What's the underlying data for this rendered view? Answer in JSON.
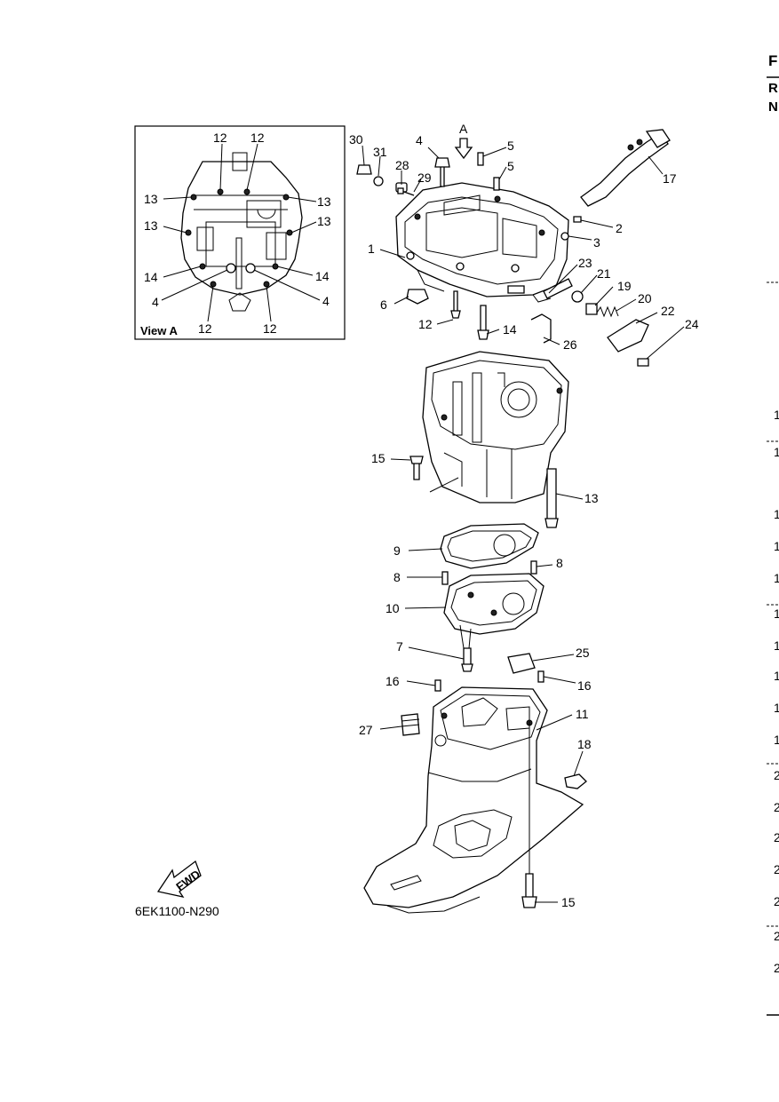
{
  "view_box": {
    "label": "View A"
  },
  "view_callouts": [
    "12",
    "12",
    "13",
    "13",
    "13",
    "13",
    "14",
    "14",
    "4",
    "4",
    "12",
    "12"
  ],
  "main_callouts": [
    "30",
    "31",
    "4",
    "5",
    "5",
    "28",
    "29",
    "17",
    "2",
    "3",
    "1",
    "23",
    "21",
    "19",
    "20",
    "6",
    "12",
    "14",
    "22",
    "24",
    "26",
    "15",
    "13",
    "9",
    "8",
    "8",
    "10",
    "7",
    "25",
    "16",
    "16",
    "11",
    "27",
    "18",
    "15"
  ],
  "view_arrow": {
    "label": "A"
  },
  "fwd": {
    "label": "FWD"
  },
  "figure_code": "6EK1100-N290",
  "right_edge": {
    "header_chars": [
      "F",
      "R",
      "N"
    ],
    "row_digits": [
      "1",
      "1",
      "1",
      "1",
      "1",
      "1",
      "1",
      "1",
      "1",
      "1",
      "2",
      "2",
      "2",
      "2",
      "2",
      "2",
      "2"
    ]
  }
}
